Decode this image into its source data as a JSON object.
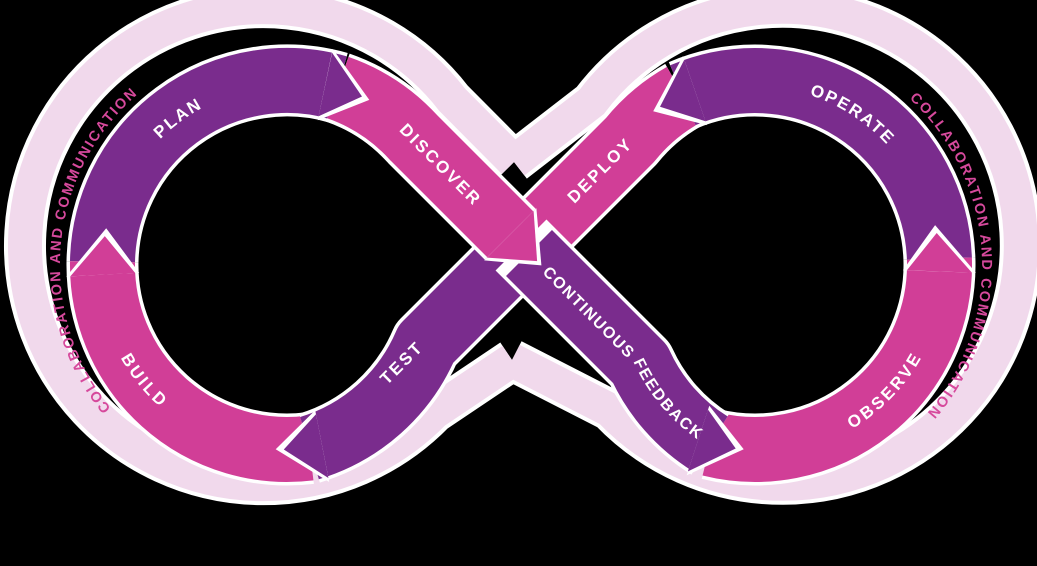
{
  "diagram": {
    "loop_labels": {
      "plan": "PLAN",
      "discover": "DISCOVER",
      "build": "BUILD",
      "test": "TEST",
      "deploy": "DEPLOY",
      "operate": "OPERATE",
      "observe": "OBSERVE",
      "continuous_feedback": "CONTINUOUS FEEDBACK"
    },
    "outer_band": {
      "left_text": "COLLABORATION AND COMMUNICATION",
      "right_text": "COLLABORATION AND COMMUNICATION"
    },
    "colors": {
      "purple": "#7a2c8d",
      "pink": "#d13e97",
      "pale_pink": "#f1d9ec",
      "collab_text_pink": "#d6499c",
      "outline_white": "#ffffff",
      "background": "#000000"
    }
  }
}
